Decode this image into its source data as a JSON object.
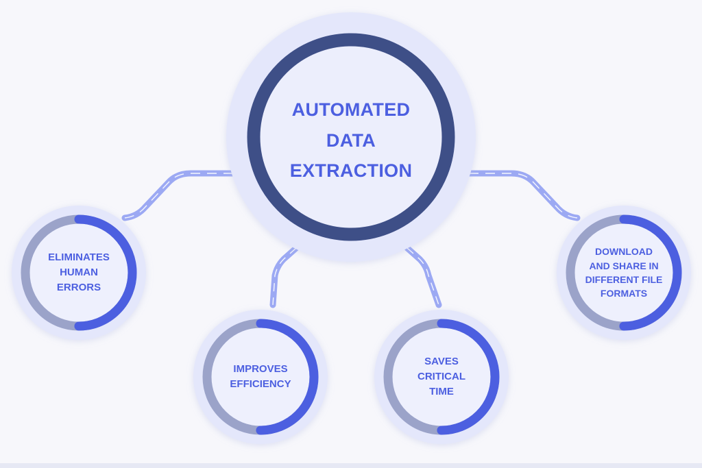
{
  "center": {
    "lines": [
      "AUTOMATED",
      "DATA",
      "EXTRACTION"
    ]
  },
  "benefits": [
    {
      "lines": [
        "ELIMINATES",
        "HUMAN",
        "ERRORS"
      ]
    },
    {
      "lines": [
        "IMPROVES",
        "EFFICIENCY"
      ]
    },
    {
      "lines": [
        "SAVES",
        "CRITICAL",
        "TIME"
      ]
    },
    {
      "lines": [
        "DOWNLOAD",
        "AND SHARE IN",
        "DIFFERENT FILE",
        "FORMATS"
      ]
    }
  ],
  "colors": {
    "background": "#f7f7fb",
    "circle_fill": "#e4e7fb",
    "center_ring": "#3e4f87",
    "accent": "#4c5fe0",
    "ring_track": "#9ba3c9",
    "connector": "#7d8ff0"
  }
}
